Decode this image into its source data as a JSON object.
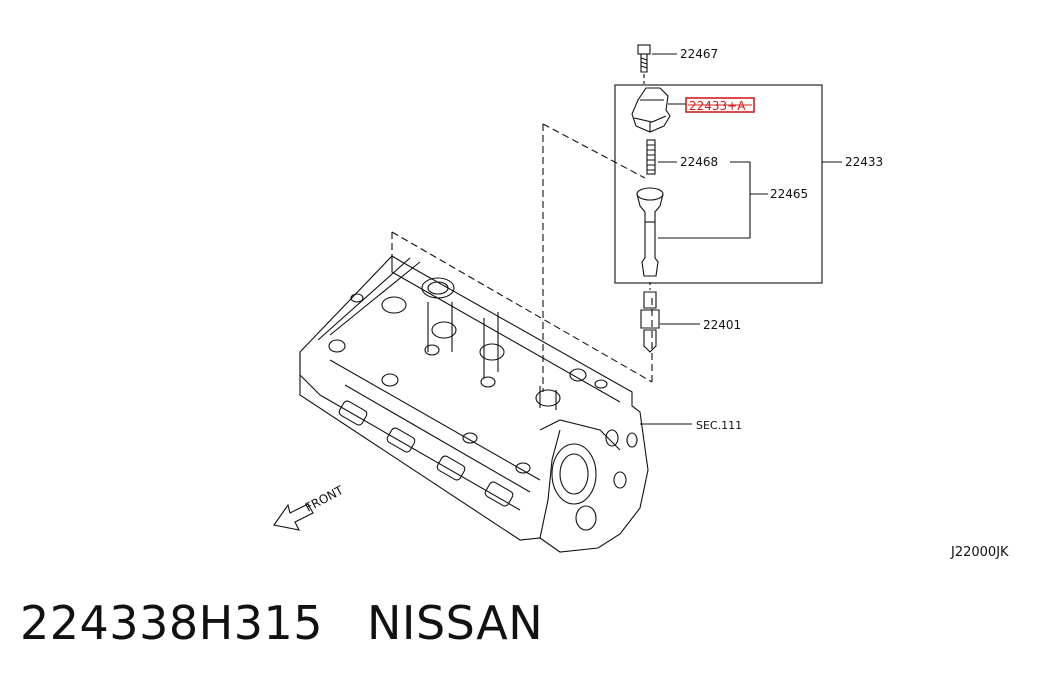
{
  "labels": {
    "bolt": "22467",
    "coil_highlight": "22433+A",
    "spring": "22468",
    "assembly": "22433",
    "boot": "22465",
    "spark_plug": "22401",
    "section": "SEC.111",
    "front": "FRONT",
    "figure_code": "J22000JK"
  },
  "footer": {
    "part_number": "224338H315",
    "brand": "NISSAN"
  },
  "colors": {
    "line": "#111111",
    "highlight_box": "#d21f1f"
  }
}
